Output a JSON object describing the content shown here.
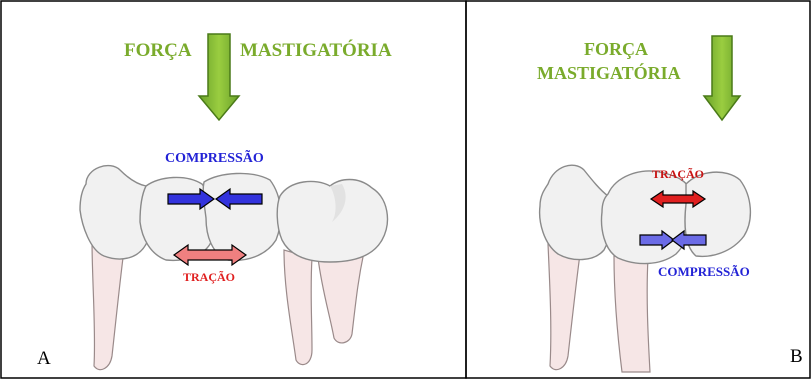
{
  "panel_a": {
    "force_left": "FORÇA",
    "force_right": "MASTIGATÓRIA",
    "compression_label": "COMPRESSÃO",
    "traction_label": "TRAÇÃO",
    "letter": "A"
  },
  "panel_b": {
    "force_line1": "FORÇA",
    "force_line2": "MASTIGATÓRIA",
    "traction_label": "TRAÇÃO",
    "compression_label": "COMPRESSÃO",
    "letter": "B"
  },
  "colors": {
    "force": "#7aab2c",
    "compression": "#2323d6",
    "traction_a": "#f08080",
    "traction_b": "#e02020"
  }
}
